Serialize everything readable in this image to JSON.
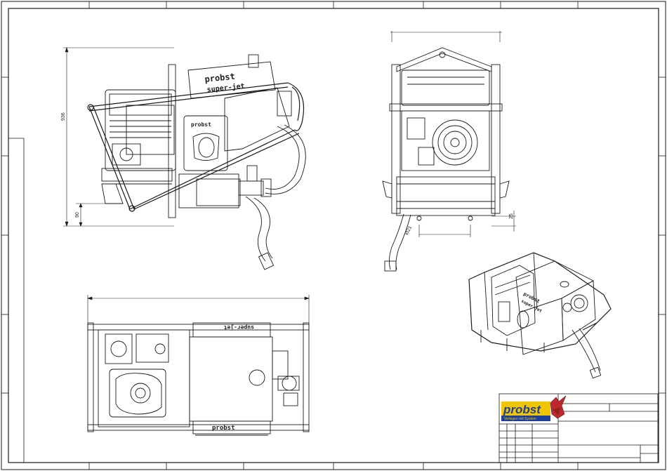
{
  "sheet": {
    "dimensions": {
      "side_height": "936",
      "side_ground": "90",
      "front_offset": "25",
      "front_diameter": "Ø21"
    },
    "stencils": {
      "brand_word": "probst",
      "product_word": "super-jet"
    }
  },
  "title_block": {
    "logo_word": "probst",
    "logo_tagline": "Verlegen mit System"
  },
  "colors": {
    "line": "#1a1a1a",
    "logo_yellow": "#f2c500",
    "logo_blue": "#1f3f96",
    "logo_red": "#c0282d"
  }
}
